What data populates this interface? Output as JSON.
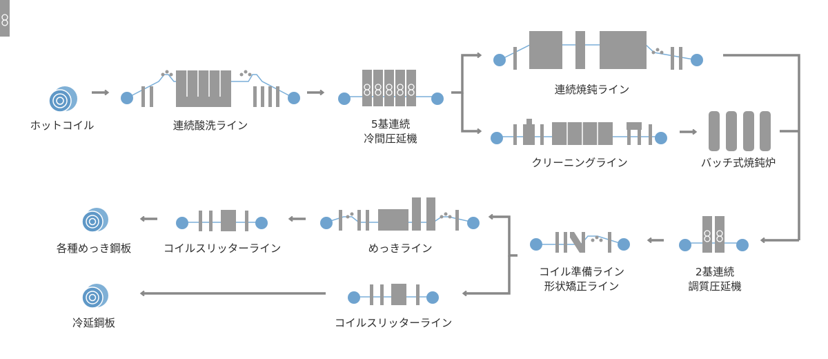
{
  "labels": {
    "hot_coil": "ホットコイル",
    "pickling_line": "連続酸洗ライン",
    "cold_mill_1": "5基連続",
    "cold_mill_2": "冷間圧延機",
    "continuous_annealing": "連続焼鈍ライン",
    "cleaning_line": "クリーニングライン",
    "batch_annealing": "バッチ式焼鈍炉",
    "temper_mill_1": "2基連続",
    "temper_mill_2": "調質圧延機",
    "prep_line_1": "コイル準備ライン",
    "prep_line_2": "形状矯正ライン",
    "plating_line": "めっきライン",
    "slitter_upper": "コイルスリッターライン",
    "slitter_lower": "コイルスリッターライン",
    "coated_sheet": "各種めっき鋼板",
    "cold_rolled_sheet": "冷延鋼板"
  },
  "colors": {
    "roll_blue": "#6fa3cf",
    "machine_gray": "#999999",
    "arrow_gray": "#888888",
    "strip_line": "#7aaed8",
    "text": "#2e2e2e"
  }
}
